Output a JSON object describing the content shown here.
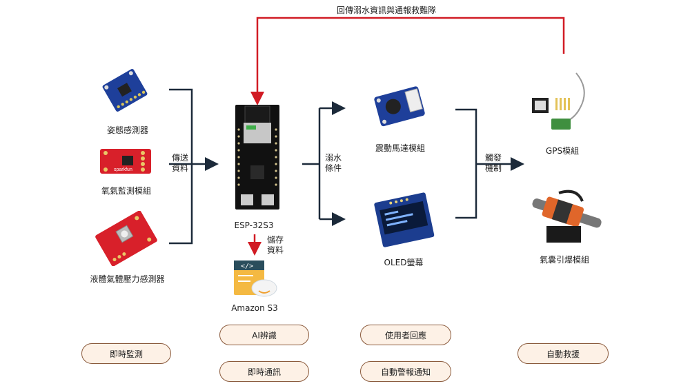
{
  "top_label": "回傳溺水資訊與通報救難隊",
  "sensors": [
    {
      "label": "姿態感測器"
    },
    {
      "label": "氧氣監測模組"
    },
    {
      "label": "液體氣體壓力感測器"
    }
  ],
  "arrows": {
    "send": [
      "傳送",
      "資料"
    ],
    "store": [
      "儲存",
      "資料"
    ],
    "drown": [
      "溺水",
      "條件"
    ],
    "trigger": [
      "觸發",
      "機制"
    ]
  },
  "mcu_label": "ESP-32S3",
  "cloud_label": "Amazon S3",
  "outputs": [
    {
      "label": "震動馬達模組"
    },
    {
      "label": "OLED螢幕"
    }
  ],
  "devices": [
    {
      "label": "GPS模組"
    },
    {
      "label": "氣囊引爆模組"
    }
  ],
  "pills": [
    "即時監測",
    "AI辨識",
    "即時通訊",
    "使用者回應",
    "自動警報通知",
    "自動救援"
  ],
  "colors": {
    "line_dark": "#1c2a3a",
    "line_red": "#d11b24",
    "pill_bg": "#fdf1e6",
    "pill_border": "#8a5a3c"
  }
}
